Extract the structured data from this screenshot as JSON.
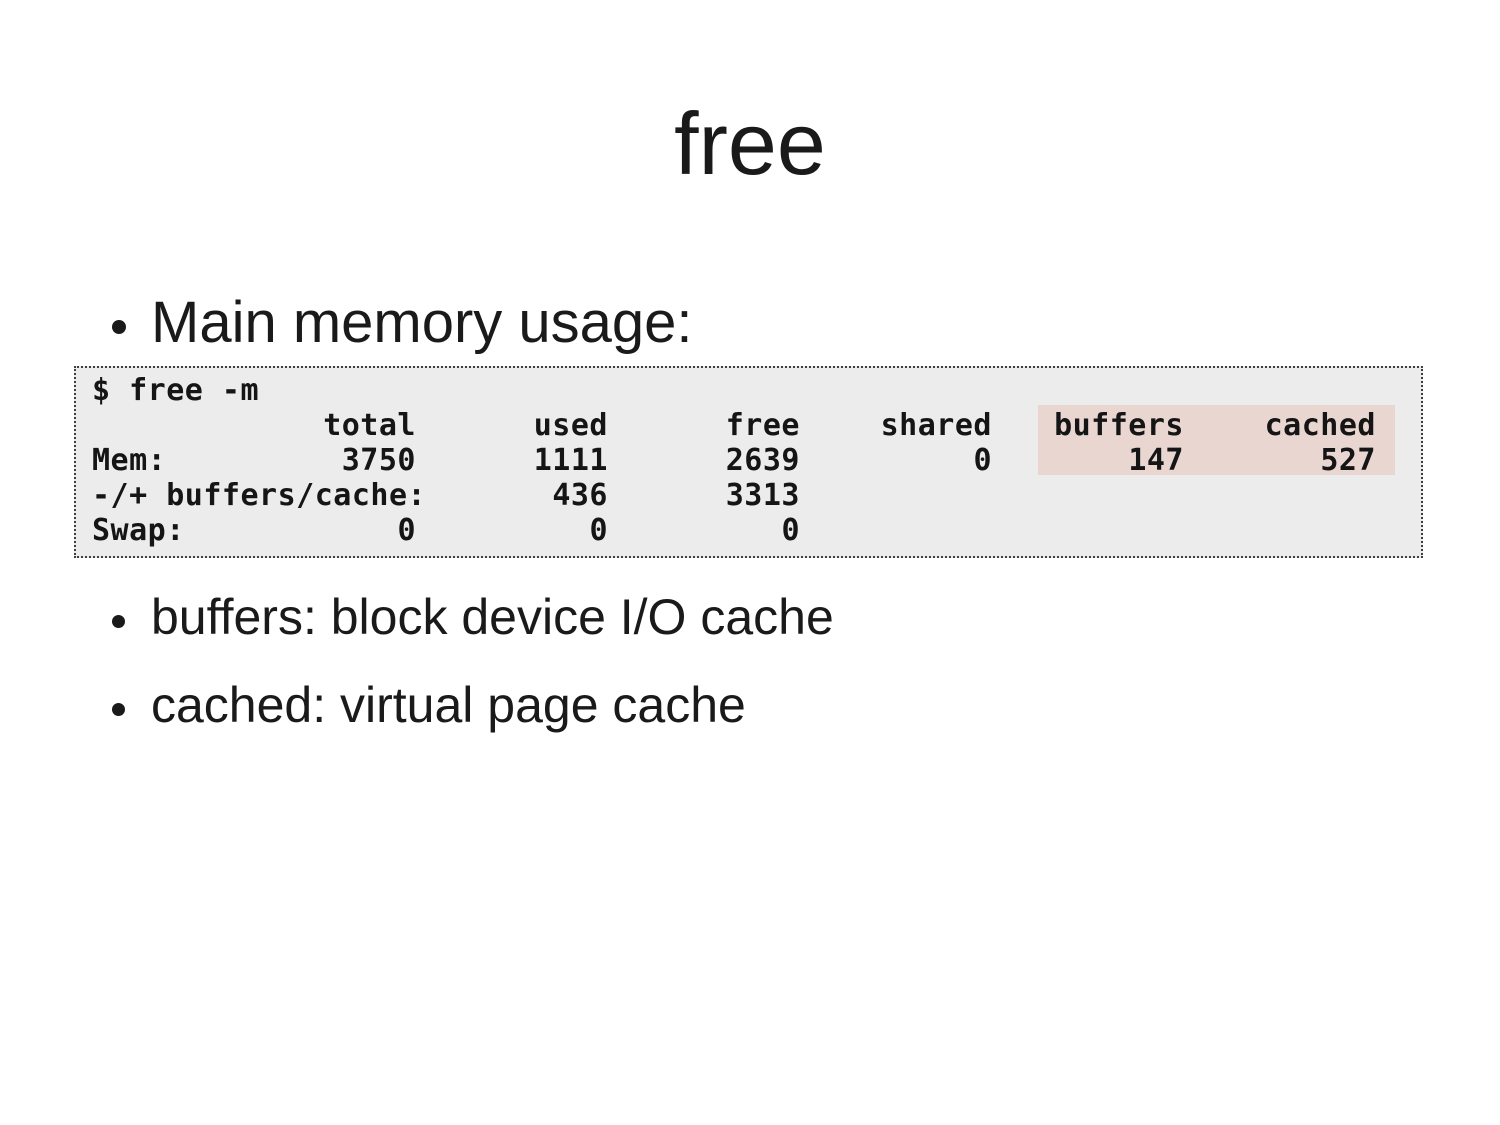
{
  "slide": {
    "title": "free",
    "bullets": [
      "Main memory usage:",
      "buffers: block device I/O cache",
      "cached: virtual page cache"
    ],
    "terminal": {
      "command": "$ free -m",
      "header": {
        "label": "",
        "cells": [
          "total",
          "used",
          "free",
          "shared",
          "buffers",
          "cached"
        ]
      },
      "rows": [
        {
          "label": "Mem:",
          "cells": [
            "3750",
            "1111",
            "2639",
            "0",
            "147",
            "527"
          ]
        },
        {
          "label": "-/+ buffers/cache:",
          "cells": [
            "",
            "436",
            "3313",
            "",
            "",
            ""
          ]
        },
        {
          "label": "Swap:",
          "cells": [
            "0",
            "0",
            "0",
            "",
            "",
            ""
          ]
        }
      ],
      "highlight": {
        "columns": [
          "buffers",
          "cached"
        ],
        "applies_to_rows": [
          "header",
          "Mem:"
        ]
      }
    },
    "colors": {
      "slide_background": "#ffffff",
      "text": "#1a1a1a",
      "terminal_background": "#ececec",
      "terminal_border": "#3f3f3f",
      "highlight": "#e9d6d1"
    }
  }
}
